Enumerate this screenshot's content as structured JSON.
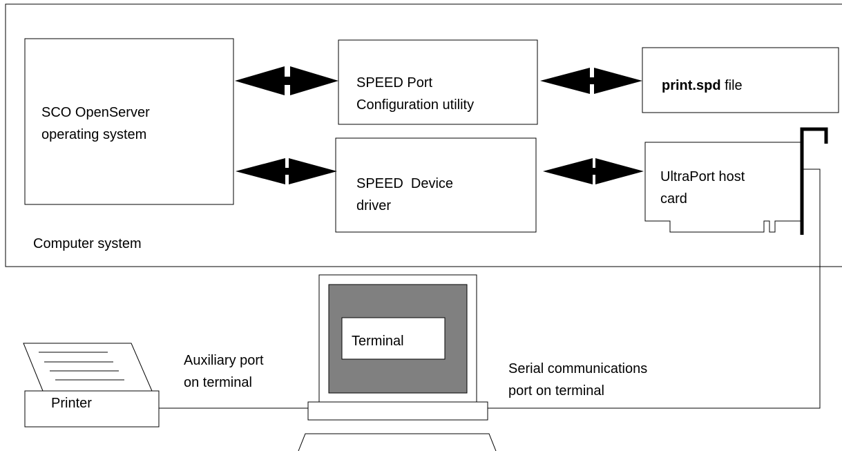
{
  "os_box": {
    "line1": "SCO OpenServer",
    "line2": "operating system"
  },
  "config_box": {
    "line1": "SPEED Port",
    "line2": "Configuration utility"
  },
  "file_box": {
    "name": "print.spd",
    "suffix": "file"
  },
  "driver_box": {
    "line1": "SPEED  Device",
    "line2": "driver"
  },
  "card_box": {
    "line1": "UltraPort host",
    "line2": "card"
  },
  "computer_label": "Computer system",
  "terminal_label": "Terminal",
  "printer_label": "Printer",
  "aux_port": {
    "line1": "Auxiliary port",
    "line2": "on terminal"
  },
  "serial_port": {
    "line1": "Serial communications",
    "line2": "port on terminal"
  }
}
